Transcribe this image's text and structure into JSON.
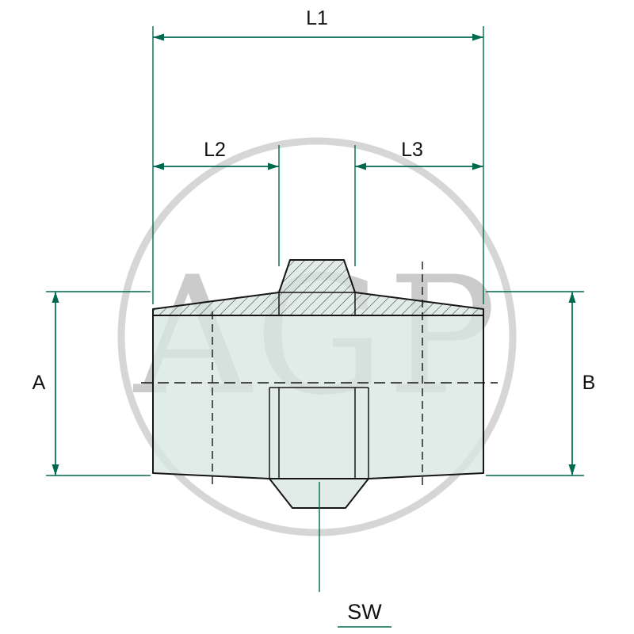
{
  "drawing": {
    "type": "technical-dimension-drawing",
    "subject": "hex-nipple-male-male-fitting-side-view"
  },
  "watermark": {
    "text": "AGP",
    "color": "#cbcbcb",
    "ring_color": "#d6d6d6"
  },
  "labels": {
    "l1": "L1",
    "l2": "L2",
    "l3": "L3",
    "a": "A",
    "b": "B",
    "sw": "SW"
  },
  "colors": {
    "dimension_line": "#00694F",
    "outline": "#161616",
    "body_fill": "#dae5e0",
    "background": "#ffffff"
  }
}
